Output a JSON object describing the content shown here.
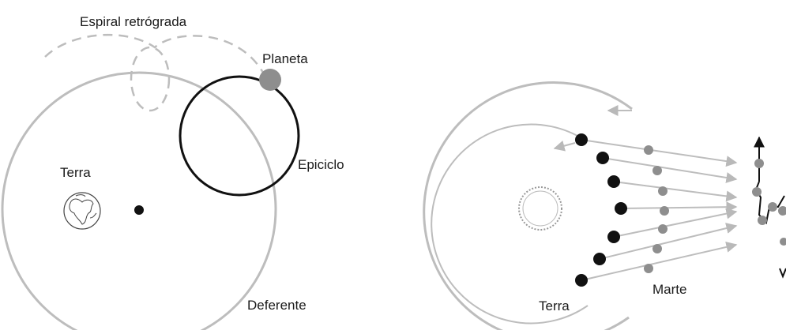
{
  "left_diagram": {
    "labels": {
      "retrograde": "Espiral retrógrada",
      "planet": "Planeta",
      "epicycle": "Epiciclo",
      "earth": "Terra",
      "deferent": "Deferente"
    }
  },
  "right_diagram": {
    "labels": {
      "earth": "Terra",
      "mars": "Marte"
    }
  },
  "colors": {
    "gray": "#b9b9b9",
    "dark_gray": "#8a8a8a",
    "black": "#111111",
    "planet_fill": "#8e8e8e"
  }
}
